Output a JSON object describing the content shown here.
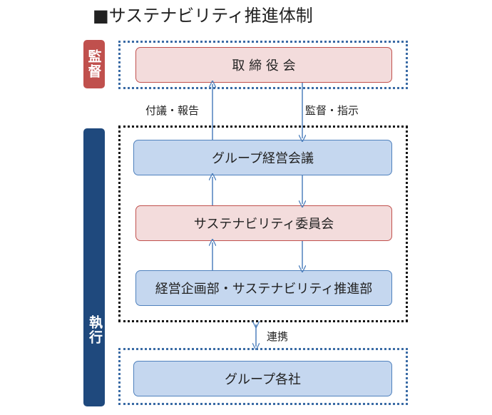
{
  "title": "■サステナビリティ推進体制",
  "side_labels": {
    "audit": "監督",
    "exec": "執行"
  },
  "boxes": {
    "board": "取 締 役 会",
    "group_council": "グループ経営会議",
    "committee": "サステナビリティ委員会",
    "dept": "経営企画部・サステナビリティ推進部",
    "companies": "グループ各社"
  },
  "labels": {
    "report": "付議・報告",
    "supervise": "監督・指示",
    "coordinate": "連携"
  },
  "colors": {
    "audit_red": "#c0504d",
    "exec_navy": "#1f497d",
    "pink_fill": "#f3dcdc",
    "blue_fill": "#c5d7ef",
    "arrow_blue": "#4f81bd"
  }
}
